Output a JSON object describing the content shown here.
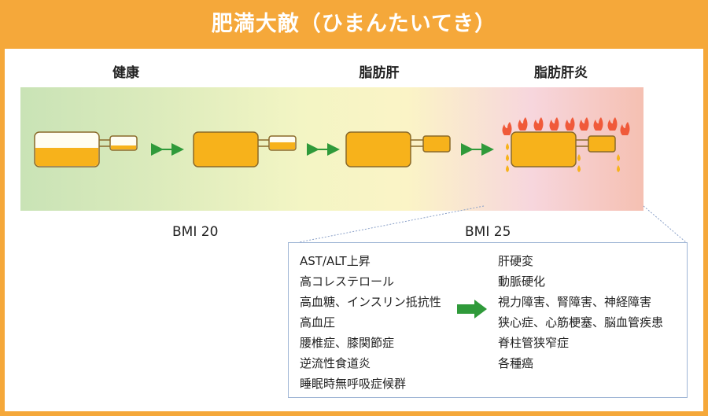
{
  "title": "肥満大敵（ひまんたいてき）",
  "stages": [
    {
      "label": "健康"
    },
    {
      "label": "脂肪肝"
    },
    {
      "label": "脂肪肝炎"
    }
  ],
  "bmi_markers": [
    "BMI 20",
    "BMI 25"
  ],
  "conditions_before": [
    "AST/ALT上昇",
    "高コレステロール",
    "高血糖、インスリン抵抗性",
    "高血圧",
    "腰椎症、膝関節症",
    "逆流性食道炎",
    "睡眠時無呼吸症候群"
  ],
  "conditions_after": [
    "肝硬変",
    "動脈硬化",
    "視力障害、腎障害、神経障害",
    "狭心症、心筋梗塞、脳血管疾患",
    "脊柱管狭窄症",
    "各種癌"
  ],
  "colors": {
    "background": "#f5a83a",
    "fat": "#f7b21b",
    "outline": "#8a6a2a",
    "arrow": "#2f9a3a",
    "flame": "#f05a3a",
    "box_border": "#9fb5d5"
  }
}
